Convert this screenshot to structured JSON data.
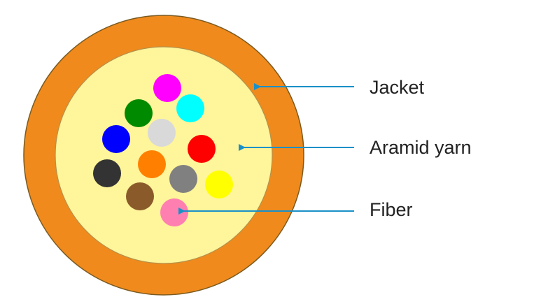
{
  "labels": {
    "jacket": "Jacket",
    "aramid_yarn": "Aramid yarn",
    "fiber": "Fiber"
  },
  "colors": {
    "jacket": "#f08a1c",
    "aramid_yarn": "#fff59a",
    "arrow": "#1a90c8",
    "outline": "#7a5a20"
  },
  "fibers": [
    {
      "name": "magenta",
      "color": "#ff00ff"
    },
    {
      "name": "green",
      "color": "#008a00"
    },
    {
      "name": "cyan",
      "color": "#00ffff"
    },
    {
      "name": "light-gray",
      "color": "#d9d9d9"
    },
    {
      "name": "blue",
      "color": "#0000ff"
    },
    {
      "name": "red",
      "color": "#ff0000"
    },
    {
      "name": "orange",
      "color": "#ff8000"
    },
    {
      "name": "black",
      "color": "#333333"
    },
    {
      "name": "gray",
      "color": "#808080"
    },
    {
      "name": "yellow",
      "color": "#ffff00"
    },
    {
      "name": "brown",
      "color": "#8b5a2b"
    },
    {
      "name": "pink",
      "color": "#ff80b0"
    }
  ]
}
